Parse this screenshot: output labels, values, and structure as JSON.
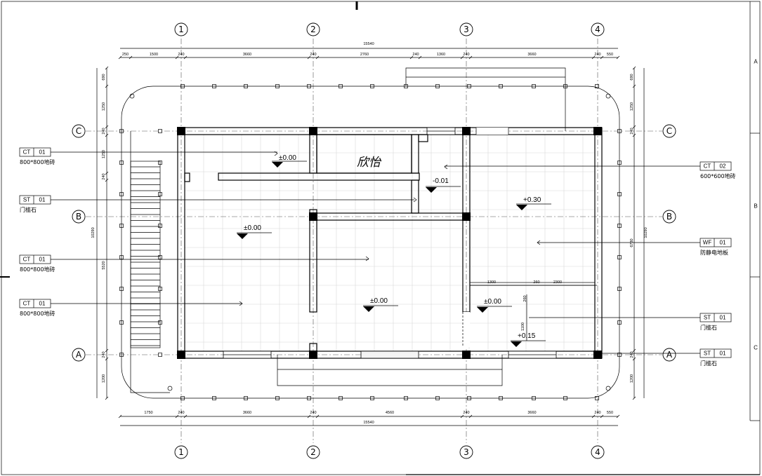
{
  "axes": {
    "vertical": [
      "1",
      "2",
      "3",
      "4"
    ],
    "horizontal": [
      "A",
      "B",
      "C"
    ]
  },
  "sheet_edge_marks": [
    "A",
    "B",
    "C"
  ],
  "top_dims": {
    "total": "15540",
    "segments": [
      "250",
      "1500",
      "240",
      "3660",
      "240",
      "2760",
      "240",
      "1360",
      "240",
      "3660",
      "240",
      "550"
    ]
  },
  "bottom_dims": {
    "total": "15540",
    "segments": [
      "1750",
      "240",
      "3660",
      "240",
      "4560",
      "240",
      "3660",
      "240",
      "550"
    ]
  },
  "left_dims": {
    "total": "10290",
    "segments": [
      "690",
      "1250",
      "240",
      "1250",
      "240",
      "5520",
      "240",
      "1200"
    ]
  },
  "right_dims": {
    "total": "10290",
    "segments": [
      "690",
      "1250",
      "240",
      "6730",
      "240",
      "1200"
    ]
  },
  "inner_dims": [
    "1300",
    "260",
    "2300",
    "260",
    "1100"
  ],
  "room_label": "欣怡",
  "levels": {
    "l1": "±0.00",
    "l2": "-0.01",
    "l3": "+0.30",
    "l4": "±0.00",
    "l5": "±0.00",
    "l6": "±0.00",
    "l7": "+0.15"
  },
  "tags": [
    {
      "code": "CT",
      "num": "01",
      "desc": "800*800地砖"
    },
    {
      "code": "ST",
      "num": "01",
      "desc": "门槛石"
    },
    {
      "code": "CT",
      "num": "01",
      "desc": "800*800地砖"
    },
    {
      "code": "CT",
      "num": "01",
      "desc": "800*800地砖"
    },
    {
      "code": "CT",
      "num": "02",
      "desc": "600*600地砖"
    },
    {
      "code": "WF",
      "num": "01",
      "desc": "防静电地板"
    },
    {
      "code": "ST",
      "num": "01",
      "desc": "门槛石"
    },
    {
      "code": "ST",
      "num": "01",
      "desc": "门槛石"
    }
  ]
}
